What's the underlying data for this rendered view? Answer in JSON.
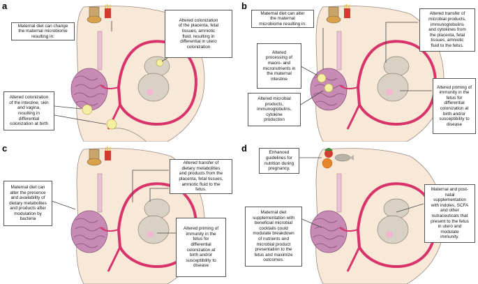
{
  "colors": {
    "body_fill": "#f7e8d8",
    "body_stroke": "#9a8a80",
    "uterus": "#d8336a",
    "intestine": "#c78bb6",
    "fetus": "#d9d2c4",
    "microbe": "#f6eea0"
  },
  "panels": [
    {
      "letter": "a",
      "boxes": [
        "Maternal diet can change\nthe maternal microbiome\nresulting in:",
        "Altered colonization\nof the placenta, fetal\ntissues, amniotic\nfluid, resulting in\ndifferential in utero\ncolonization",
        "Altered colonization\nof the intestine, skin\nand vagina,\nresulting in\ndifferential\ncolonization at birth"
      ]
    },
    {
      "letter": "b",
      "boxes": [
        "Maternal diet can alter\nthe maternal\nmicrobiome resulting in:",
        "Altered transfer of\nmicrobial products,\nimmunoglobulins\nand cytokines from\nthe placenta, fetal\ntissues, amniotic\nfluid to the fetus.",
        "Altered\nprocessing of\nmacro- and\nmicronutrients in\nthe maternal\nintestine",
        "Altered microbial\nproducts,\nimmunoglobulins,\ncytokine\nproduction",
        "Altered priming of\nimmunity in the\nfetus for\ndifferential\ncolonization at\nbirth and/or\nsusceptibility to\ndisease"
      ]
    },
    {
      "letter": "c",
      "boxes": [
        "Altered transfer of\ndietary metabolities\nand products from the\nplacenta, fetal tissues,\namniotic fluid to the\nfetus.",
        "Maternal diet can\nalter the presence\nand availability of\ndietary metabolites\nand products after\nmodulation by\nbacteria",
        "Altered priming of\nimmunity in the\nfetus for\ndifferential\ncolonization at\nbirth and/or\nsusceptibility to\ndisease"
      ]
    },
    {
      "letter": "d",
      "boxes": [
        "Enhanced\nguidelines for\nnutrition during\npregnancy.",
        "Maternal and post-\nnatal\nsupplementation\nwith indoles, SCFA\nand other\nnutraceuticals that\npresent to the fetus\nin utero and\nmodulate\nimmunity.",
        "Maternal diet\nsupplementation with\nbeneficial microbial\ncocktails could\nmodulate breakdown\nof nutrients and\nmicrobial product\npresentation to the\nfetus and maximize\noutcomes."
      ]
    }
  ]
}
